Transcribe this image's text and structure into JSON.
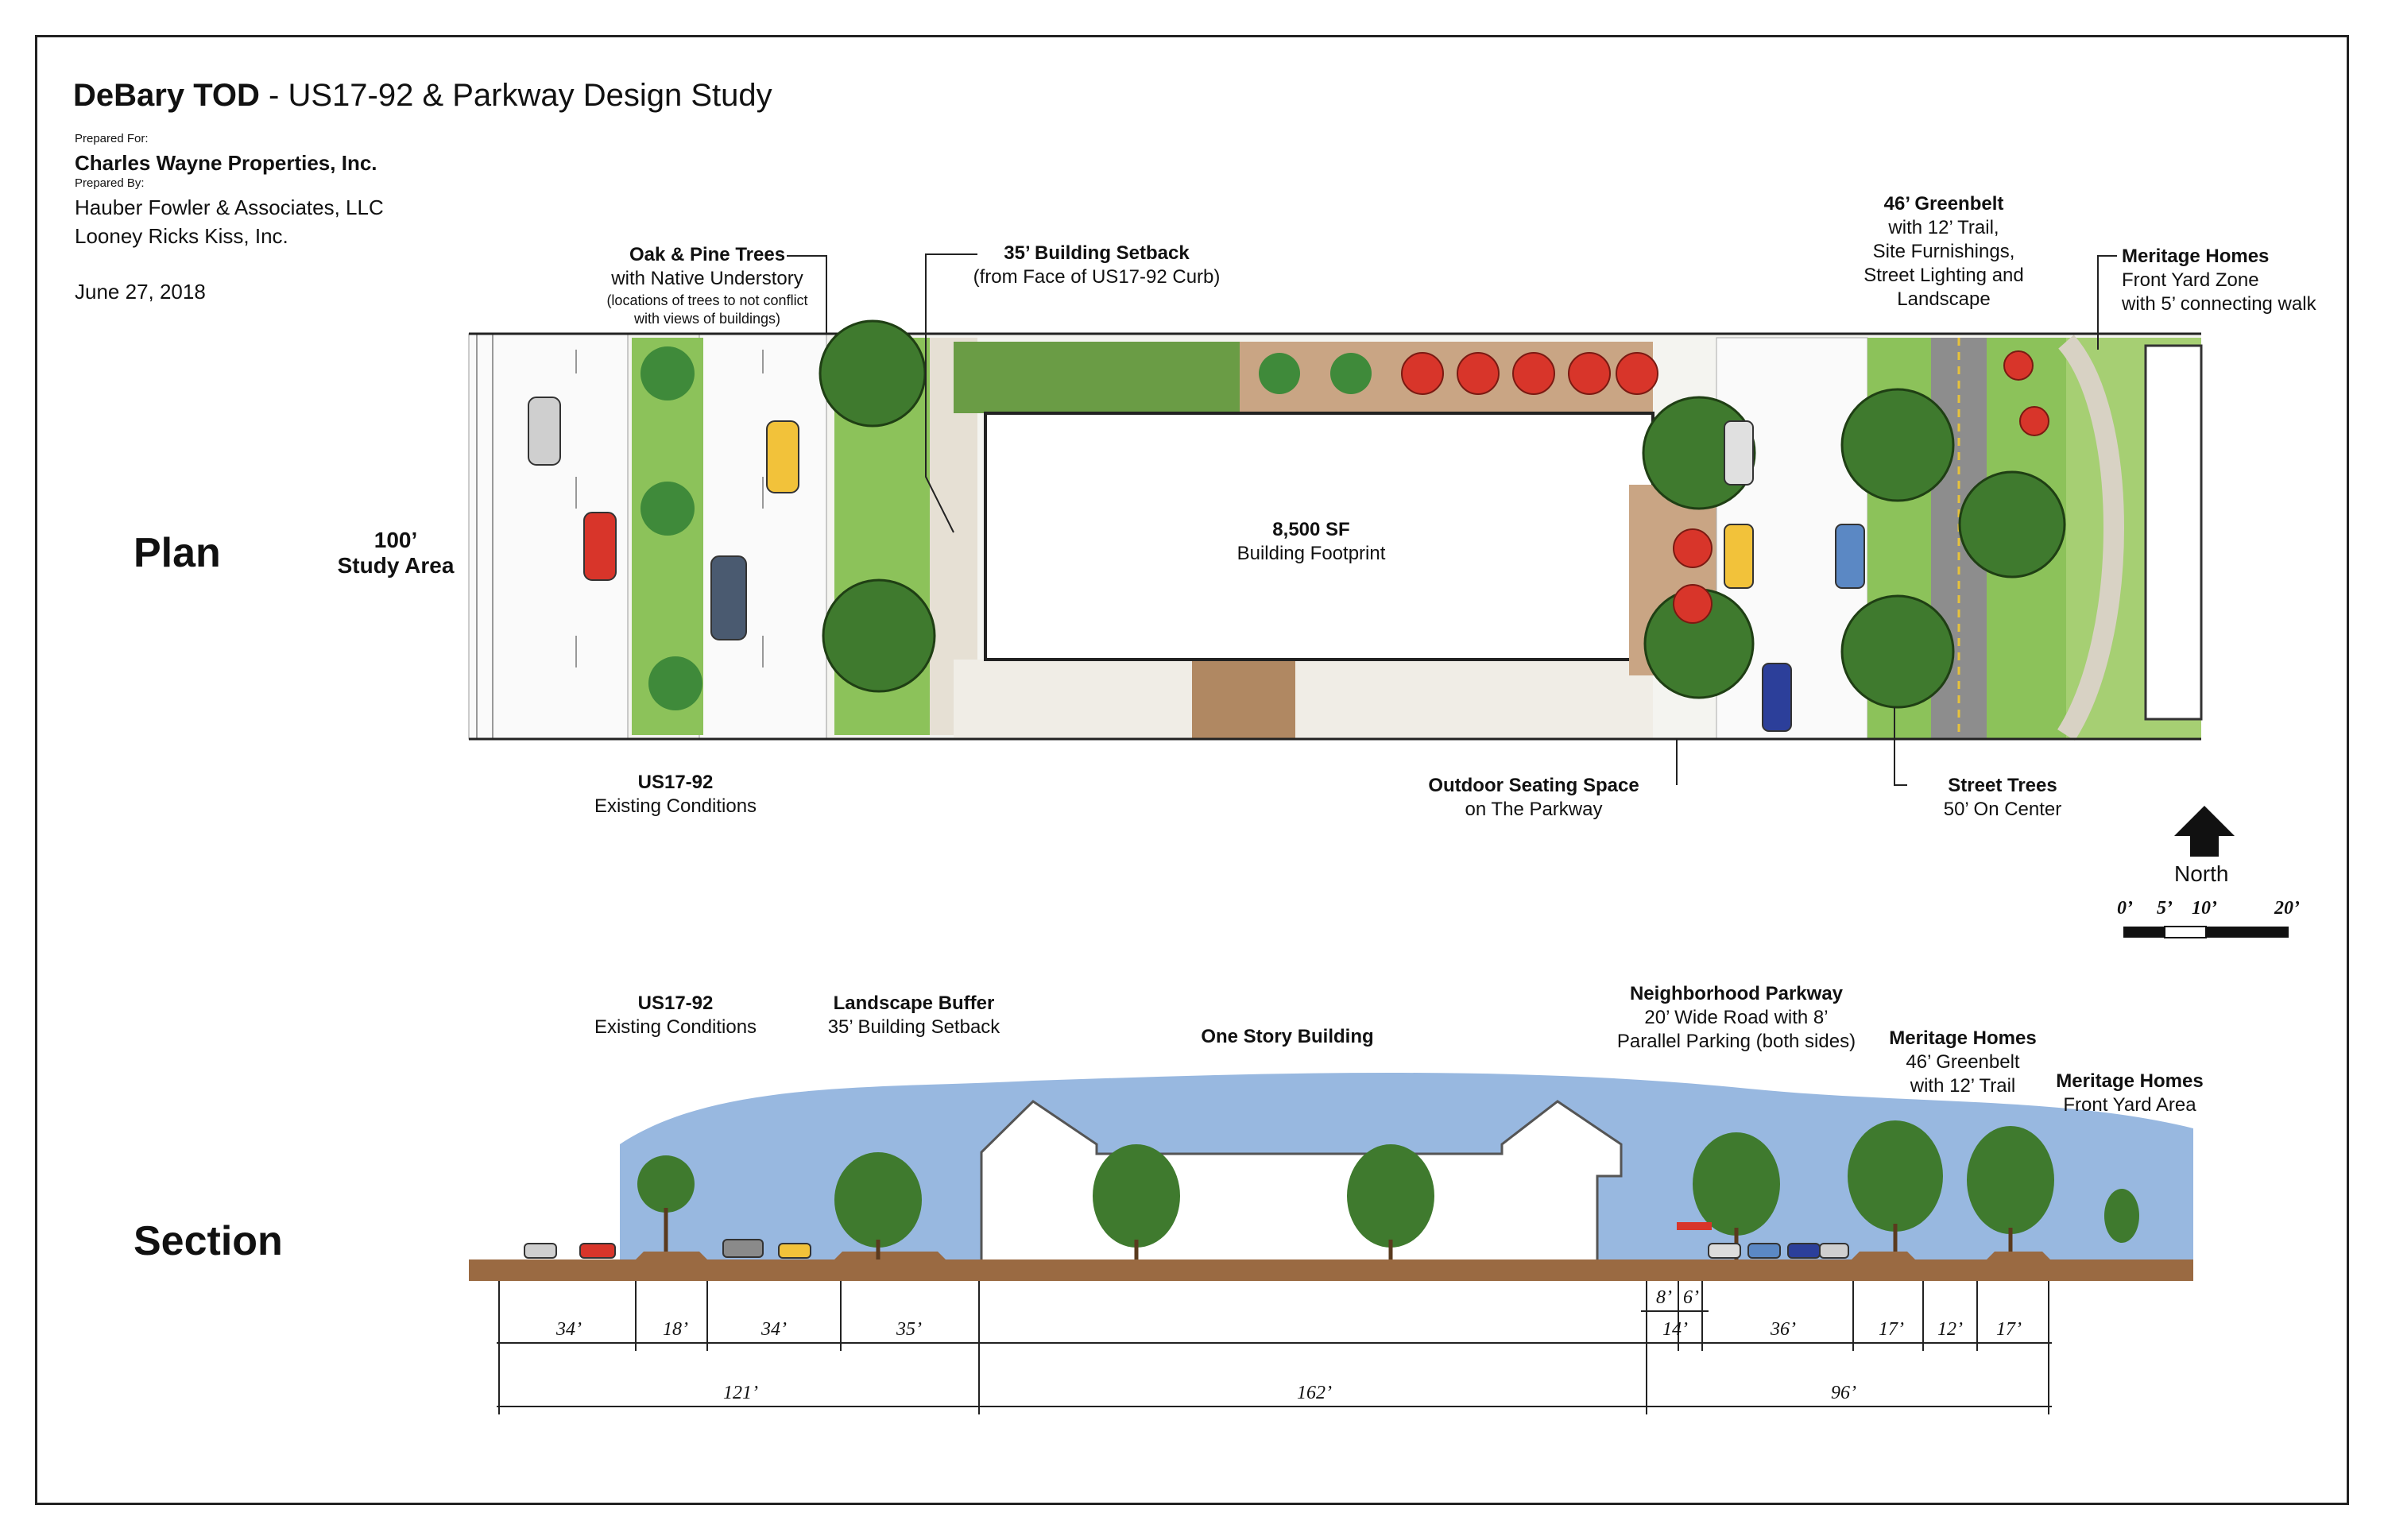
{
  "header": {
    "title_bold": "DeBary TOD",
    "title_rest": " - US17-92 & Parkway Design Study",
    "prepared_for_label": "Prepared For:",
    "prepared_for": "Charles Wayne Properties, Inc.",
    "prepared_by_label": "Prepared By:",
    "prepared_by_1": "Hauber Fowler & Associates, LLC",
    "prepared_by_2": "Looney Ricks Kiss, Inc.",
    "date": "June 27, 2018"
  },
  "plan": {
    "heading": "Plan",
    "study_area": {
      "line1": "100’",
      "line2": "Study Area"
    },
    "oak_pine": {
      "title": "Oak & Pine Trees",
      "line1": "with Native Understory",
      "line2": "(locations of trees to not conflict",
      "line3": "with views of buildings)"
    },
    "setback": {
      "title": "35’ Building Setback",
      "line1": "(from Face of US17-92 Curb)"
    },
    "greenbelt": {
      "title": "46’ Greenbelt",
      "line1": "with 12’ Trail,",
      "line2": "Site Furnishings,",
      "line3": "Street Lighting and",
      "line4": "Landscape"
    },
    "meritage_front": {
      "title": "Meritage Homes",
      "line1": "Front Yard Zone",
      "line2": "with 5’ connecting walk"
    },
    "building": {
      "title": "8,500 SF",
      "line1": "Building Footprint"
    },
    "us1792": {
      "title": "US17-92",
      "line1": "Existing Conditions"
    },
    "outdoor_seating": {
      "title": "Outdoor Seating Space",
      "line1": "on The Parkway"
    },
    "street_trees": {
      "title": "Street Trees",
      "line1": "50’ On Center"
    },
    "north": "North",
    "scale": [
      "0’",
      "5’",
      "10’",
      "20’"
    ]
  },
  "section": {
    "heading": "Section",
    "us1792": {
      "title": "US17-92",
      "line1": "Existing Conditions"
    },
    "buffer": {
      "title": "Landscape Buffer",
      "line1": "35’ Building Setback"
    },
    "building": {
      "title": "One Story Building"
    },
    "parkway": {
      "title": "Neighborhood Parkway",
      "line1": "20’ Wide Road with 8’",
      "line2": "Parallel Parking (both sides)"
    },
    "meritage_greenbelt": {
      "title": "Meritage Homes",
      "line1": "46’ Greenbelt",
      "line2": "with 12’ Trail"
    },
    "meritage_front": {
      "title": "Meritage Homes",
      "line1": "Front Yard Area"
    },
    "dims_row1": [
      "34’",
      "18’",
      "34’",
      "35’",
      "8’",
      "6’",
      "14’",
      "36’",
      "17’",
      "12’",
      "17’"
    ],
    "dims_row2": [
      "121’",
      "162’",
      "96’"
    ]
  },
  "colors": {
    "grass": "#8cc25a",
    "tree": "#3f7a2e",
    "umbrella": "#d8352a",
    "paving": "#b89a7a",
    "sky": "#7ea6d8",
    "soil": "#9a6a42"
  }
}
